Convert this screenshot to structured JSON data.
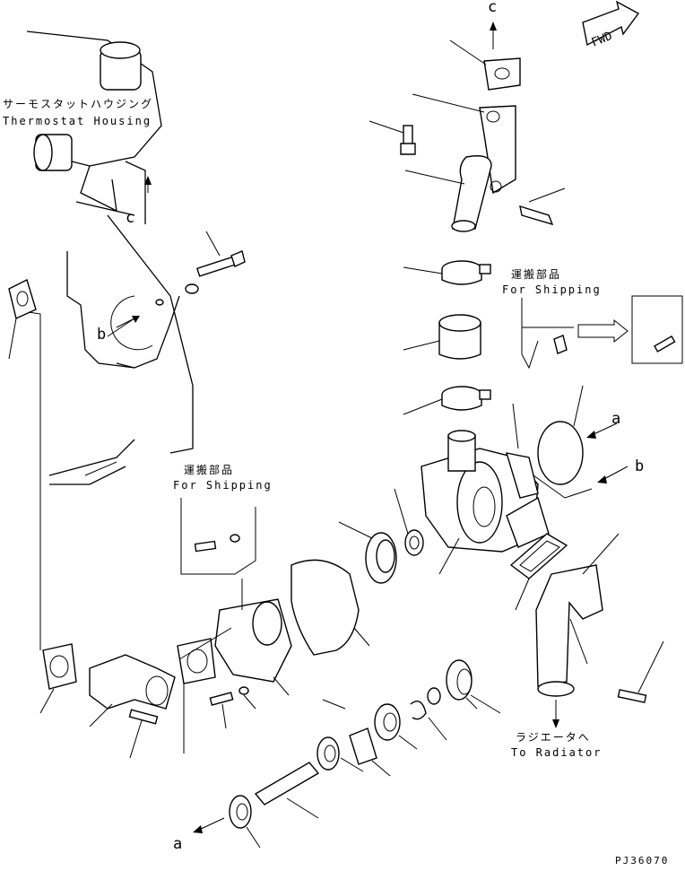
{
  "labels": {
    "thermostat_jp": "サーモスタットハウジング",
    "thermostat_en": "Thermostat Housing",
    "ship_jp": "運搬部品",
    "ship_en": "For Shipping",
    "radiator_jp": "ラジエータへ",
    "radiator_en": "To Radiator",
    "fwd": "FWD",
    "ref_a": "a",
    "ref_b": "b",
    "ref_c": "c",
    "drawing_no": "PJ36070"
  }
}
